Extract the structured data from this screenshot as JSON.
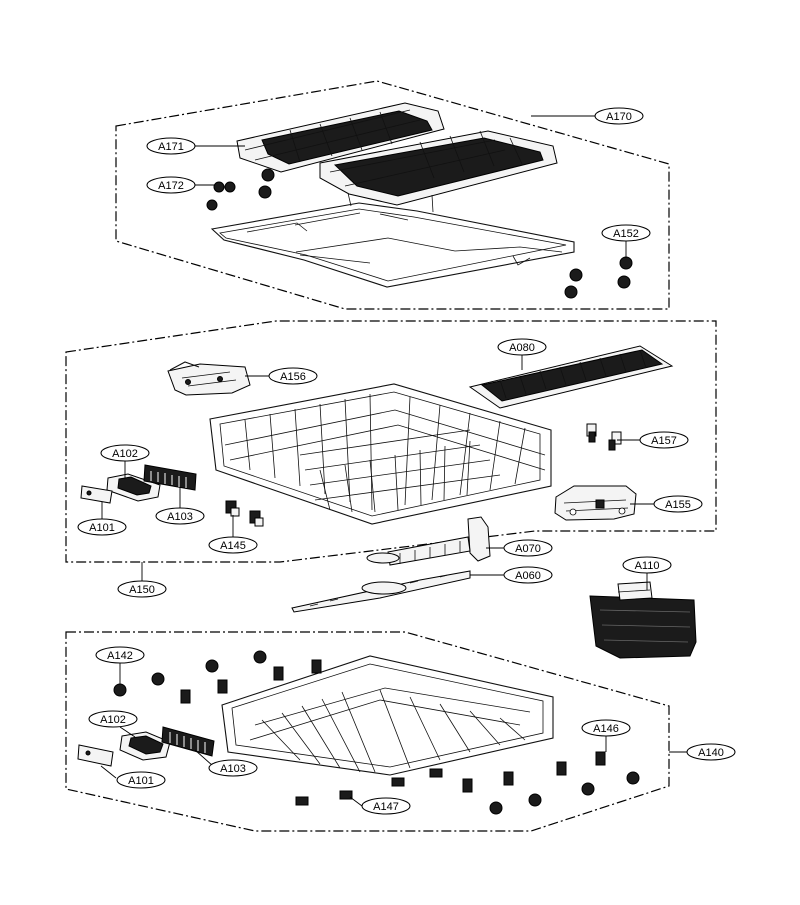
{
  "diagram": {
    "labels": {
      "a170": "A170",
      "a171": "A171",
      "a172": "A172",
      "a152": "A152",
      "a080": "A080",
      "a156": "A156",
      "a157": "A157",
      "a155": "A155",
      "a102_upper": "A102",
      "a103_upper": "A103",
      "a101_upper": "A101",
      "a145": "A145",
      "a070": "A070",
      "a060": "A060",
      "a150": "A150",
      "a110": "A110",
      "a142": "A142",
      "a102_lower": "A102",
      "a103_lower": "A103",
      "a101_lower": "A101",
      "a146": "A146",
      "a140": "A140",
      "a147": "A147"
    }
  }
}
